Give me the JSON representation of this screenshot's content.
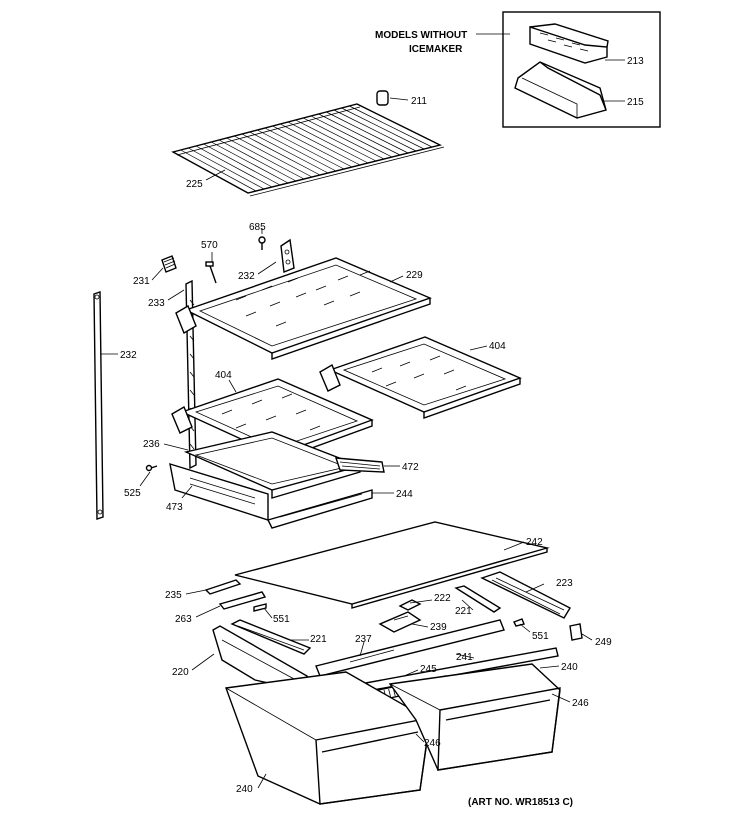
{
  "inset": {
    "caption_line1": "MODELS WITHOUT",
    "caption_line2": "ICEMAKER"
  },
  "art_number": "(ART NO. WR18513 C)",
  "callouts": [
    {
      "id": "c211",
      "label": "211"
    },
    {
      "id": "c213",
      "label": "213"
    },
    {
      "id": "c215",
      "label": "215"
    },
    {
      "id": "c225",
      "label": "225"
    },
    {
      "id": "c685",
      "label": "685"
    },
    {
      "id": "c570",
      "label": "570"
    },
    {
      "id": "c231",
      "label": "231"
    },
    {
      "id": "c232a",
      "label": "232"
    },
    {
      "id": "c229",
      "label": "229"
    },
    {
      "id": "c233",
      "label": "233"
    },
    {
      "id": "c232b",
      "label": "232"
    },
    {
      "id": "c404a",
      "label": "404"
    },
    {
      "id": "c404b",
      "label": "404"
    },
    {
      "id": "c236",
      "label": "236"
    },
    {
      "id": "c472",
      "label": "472"
    },
    {
      "id": "c525",
      "label": "525"
    },
    {
      "id": "c473",
      "label": "473"
    },
    {
      "id": "c244",
      "label": "244"
    },
    {
      "id": "c242",
      "label": "242"
    },
    {
      "id": "c235",
      "label": "235"
    },
    {
      "id": "c223",
      "label": "223"
    },
    {
      "id": "c222",
      "label": "222"
    },
    {
      "id": "c263",
      "label": "263"
    },
    {
      "id": "c551a",
      "label": "551"
    },
    {
      "id": "c221a",
      "label": "221"
    },
    {
      "id": "c239",
      "label": "239"
    },
    {
      "id": "c551b",
      "label": "551"
    },
    {
      "id": "c249",
      "label": "249"
    },
    {
      "id": "c221b",
      "label": "221"
    },
    {
      "id": "c237",
      "label": "237"
    },
    {
      "id": "c220",
      "label": "220"
    },
    {
      "id": "c241",
      "label": "241"
    },
    {
      "id": "c240a",
      "label": "240"
    },
    {
      "id": "c245",
      "label": "245"
    },
    {
      "id": "c246a",
      "label": "246"
    },
    {
      "id": "c246b",
      "label": "246"
    },
    {
      "id": "c240b",
      "label": "240"
    }
  ]
}
